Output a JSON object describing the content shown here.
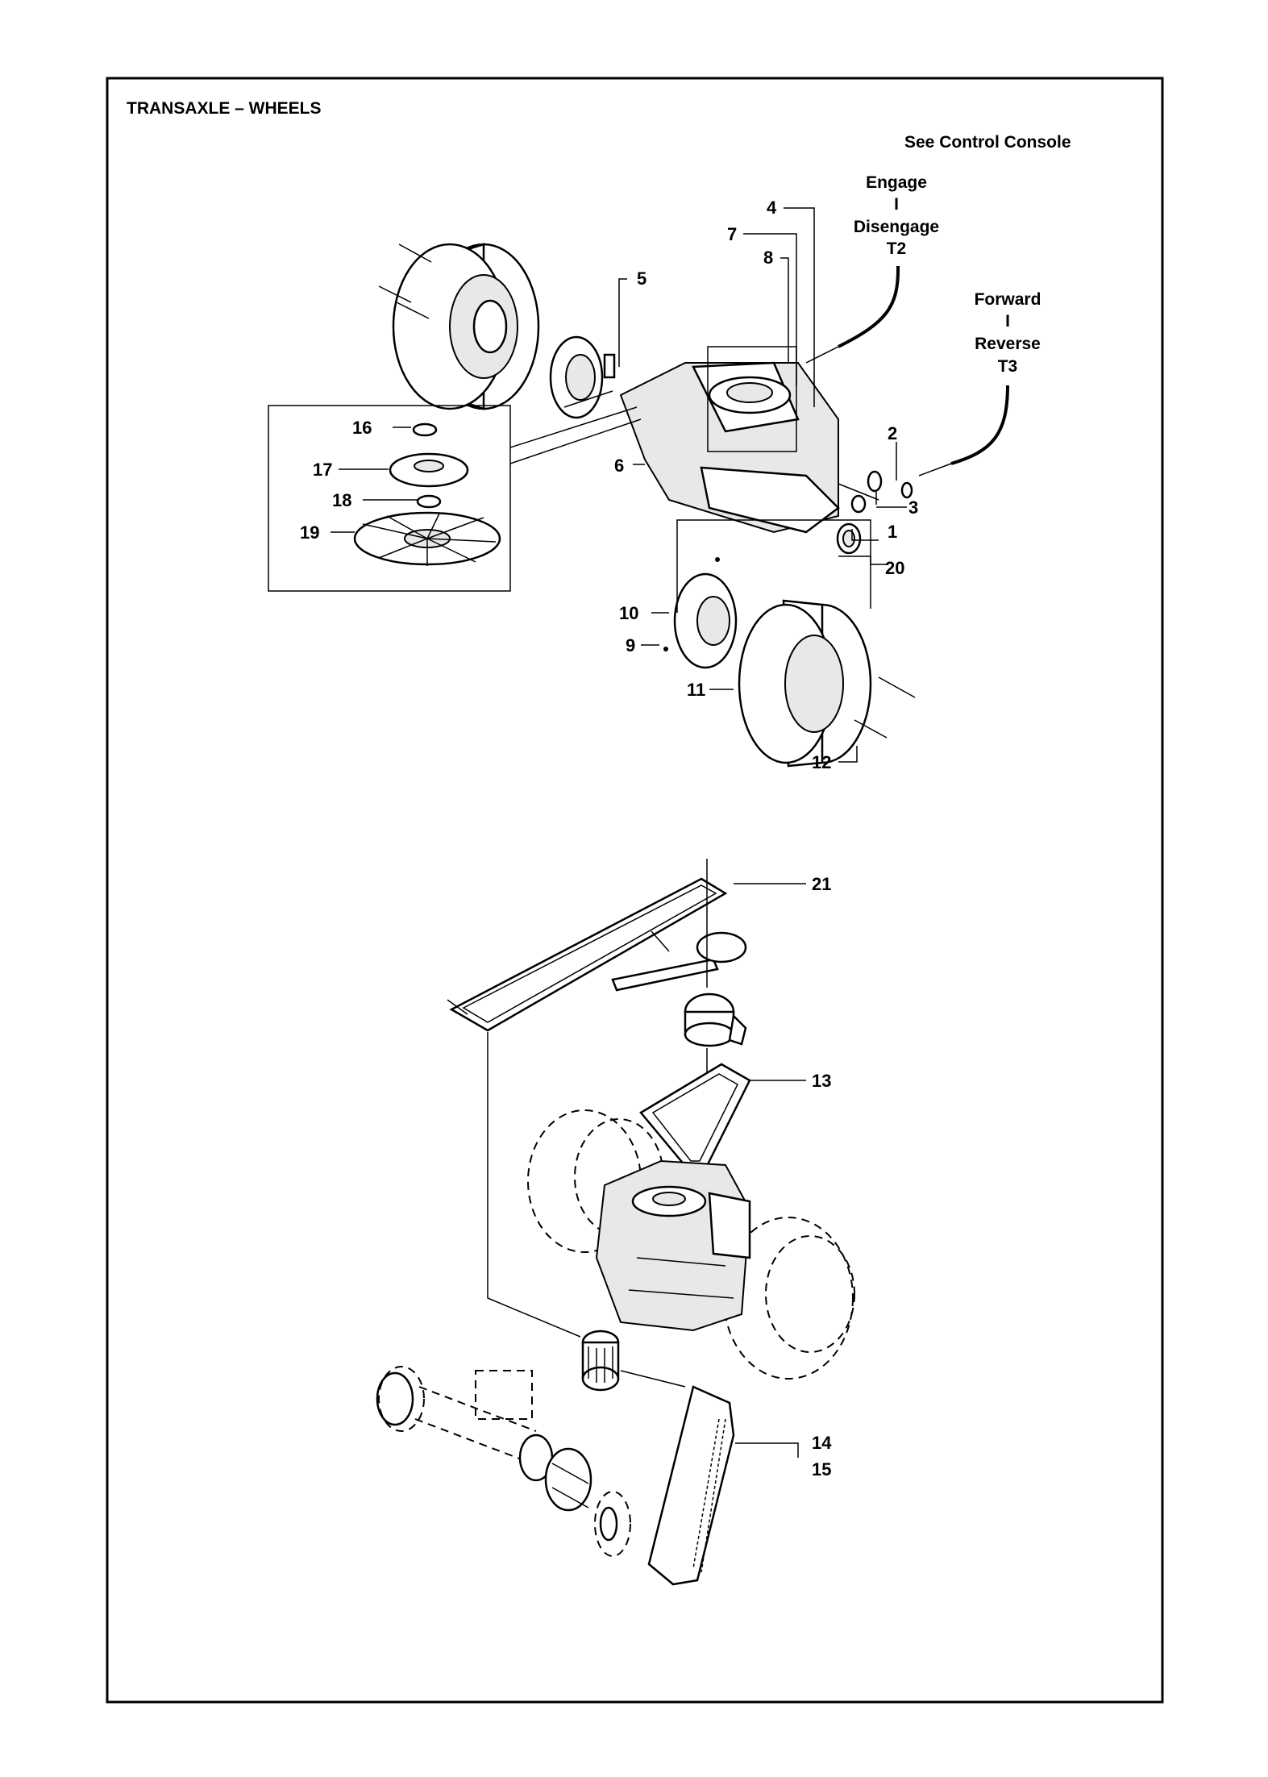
{
  "page": {
    "title": "TRANSAXLE – WHEELS",
    "see_note": "See Control Console"
  },
  "controls": {
    "engage": "Engage",
    "engage_sep": "I",
    "disengage": "Disengage",
    "t2": "T2",
    "forward": "Forward",
    "forward_sep": "I",
    "reverse": "Reverse",
    "t3": "T3"
  },
  "callouts": {
    "c1": "1",
    "c2": "2",
    "c3": "3",
    "c4": "4",
    "c5": "5",
    "c6": "6",
    "c7": "7",
    "c8": "8",
    "c9": "9",
    "c10": "10",
    "c11": "11",
    "c12": "12",
    "c13": "13",
    "c14": "14",
    "c15": "15",
    "c16": "16",
    "c17": "17",
    "c18": "18",
    "c19": "19",
    "c20": "20",
    "c21": "21"
  }
}
